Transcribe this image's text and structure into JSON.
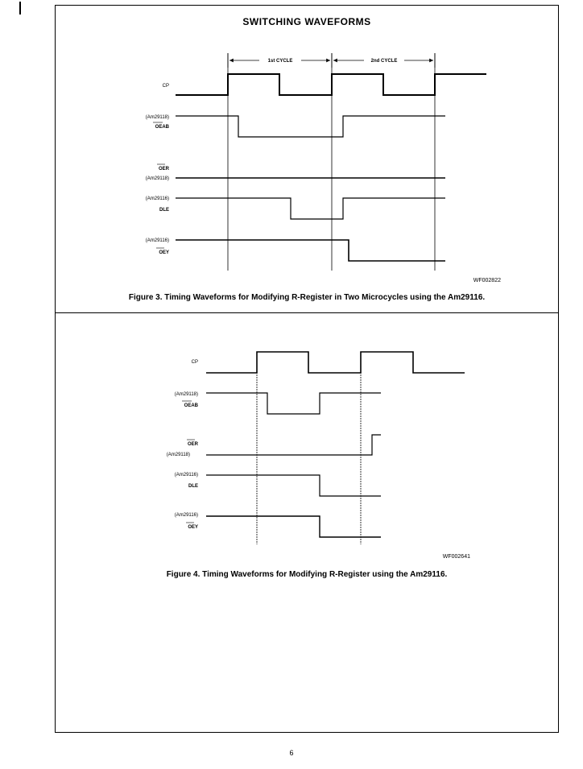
{
  "page": {
    "title": "SWITCHING WAVEFORMS",
    "page_number": "6"
  },
  "figure3": {
    "caption": "Figure 3. Timing Waveforms for Modifying R-Register in Two Microcycles using the Am29116.",
    "code": "WF002822",
    "cycle1_label": "1st CYCLE",
    "cycle2_label": "2nd CYCLE",
    "signals": {
      "cp": "CP",
      "oeab_part": "(Am29118)",
      "oeab_name": "OEAB",
      "oer_name": "OER",
      "oer_part": "(Am29118)",
      "dle_part": "(Am29116)",
      "dle_name": "DLE",
      "oey_part": "(Am29116)",
      "oey_name": "OEY"
    }
  },
  "figure4": {
    "caption": "Figure 4. Timing Waveforms for Modifying R-Register using the Am29116.",
    "code": "WF002641",
    "signals": {
      "cp": "CP",
      "oeab_part": "(Am29118)",
      "oeab_name": "OEAB",
      "oer_name": "OER",
      "oer_part": "(Am29118)",
      "dle_part": "(Am29116)",
      "dle_name": "DLE",
      "oey_part": "(Am29116)",
      "oey_name": "OEY"
    }
  }
}
